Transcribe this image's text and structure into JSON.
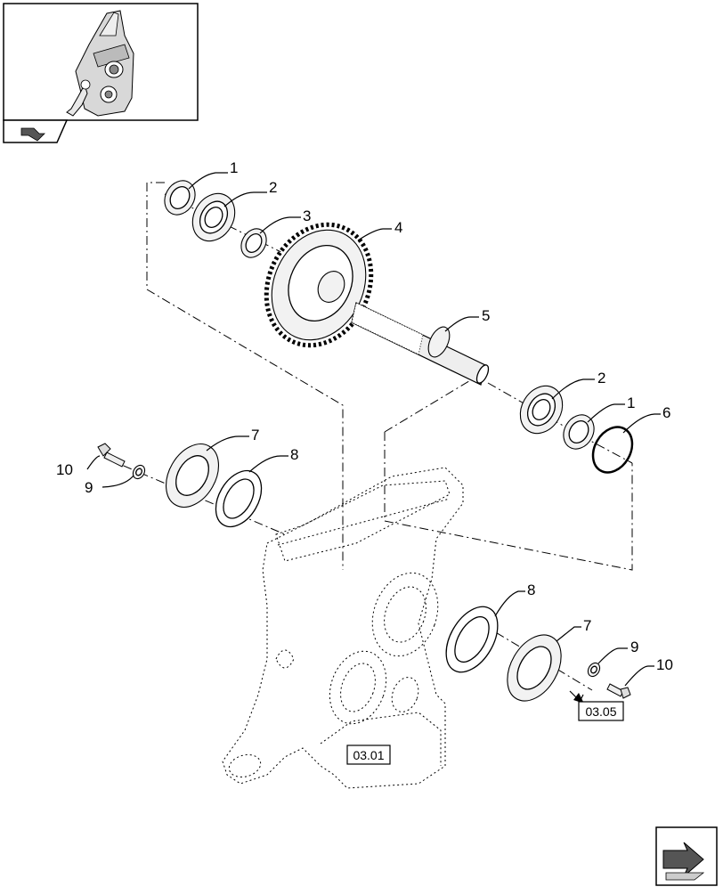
{
  "callouts": [
    {
      "id": "c1a",
      "label": "1"
    },
    {
      "id": "c2a",
      "label": "2"
    },
    {
      "id": "c3",
      "label": "3"
    },
    {
      "id": "c4",
      "label": "4"
    },
    {
      "id": "c5",
      "label": "5"
    },
    {
      "id": "c2b",
      "label": "2"
    },
    {
      "id": "c1b",
      "label": "1"
    },
    {
      "id": "c6",
      "label": "6"
    },
    {
      "id": "c7a",
      "label": "7"
    },
    {
      "id": "c8a",
      "label": "8"
    },
    {
      "id": "c10a",
      "label": "10"
    },
    {
      "id": "c9a",
      "label": "9"
    },
    {
      "id": "c8b",
      "label": "8"
    },
    {
      "id": "c7b",
      "label": "7"
    },
    {
      "id": "c9b",
      "label": "9"
    },
    {
      "id": "c10b",
      "label": "10"
    }
  ],
  "refs": {
    "ref_0305": "03.05",
    "ref_0301": "03.01"
  },
  "icons": {
    "thumbnail": "gearbox-housing-thumbnail",
    "prev_nav": "back-arrow-icon",
    "next_nav": "next-page-arrow-icon"
  }
}
